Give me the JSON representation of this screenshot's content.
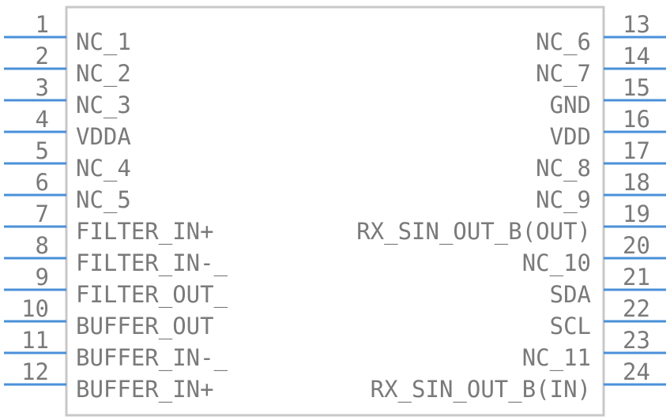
{
  "colors": {
    "body_outline": "#c8c8c8",
    "pin_line": "#4a90d9",
    "text": "#7a7a7a"
  },
  "left_pins": [
    {
      "number": "1",
      "label": "NC_1"
    },
    {
      "number": "2",
      "label": "NC_2"
    },
    {
      "number": "3",
      "label": "NC_3"
    },
    {
      "number": "4",
      "label": "VDDA"
    },
    {
      "number": "5",
      "label": "NC_4"
    },
    {
      "number": "6",
      "label": "NC_5"
    },
    {
      "number": "7",
      "label": "FILTER_IN+"
    },
    {
      "number": "8",
      "label": "FILTER_IN-_"
    },
    {
      "number": "9",
      "label": "FILTER_OUT_"
    },
    {
      "number": "10",
      "label": "BUFFER_OUT"
    },
    {
      "number": "11",
      "label": "BUFFER_IN-_"
    },
    {
      "number": "12",
      "label": "BUFFER_IN+"
    }
  ],
  "right_pins": [
    {
      "number": "13",
      "label": "NC_6"
    },
    {
      "number": "14",
      "label": "NC_7"
    },
    {
      "number": "15",
      "label": "GND"
    },
    {
      "number": "16",
      "label": "VDD"
    },
    {
      "number": "17",
      "label": "NC_8"
    },
    {
      "number": "18",
      "label": "NC_9"
    },
    {
      "number": "19",
      "label": "RX_SIN_OUT_B(OUT)"
    },
    {
      "number": "20",
      "label": "NC_10"
    },
    {
      "number": "21",
      "label": "SDA"
    },
    {
      "number": "22",
      "label": "SCL"
    },
    {
      "number": "23",
      "label": "NC_11"
    },
    {
      "number": "24",
      "label": "RX_SIN_OUT_B(IN)"
    }
  ]
}
